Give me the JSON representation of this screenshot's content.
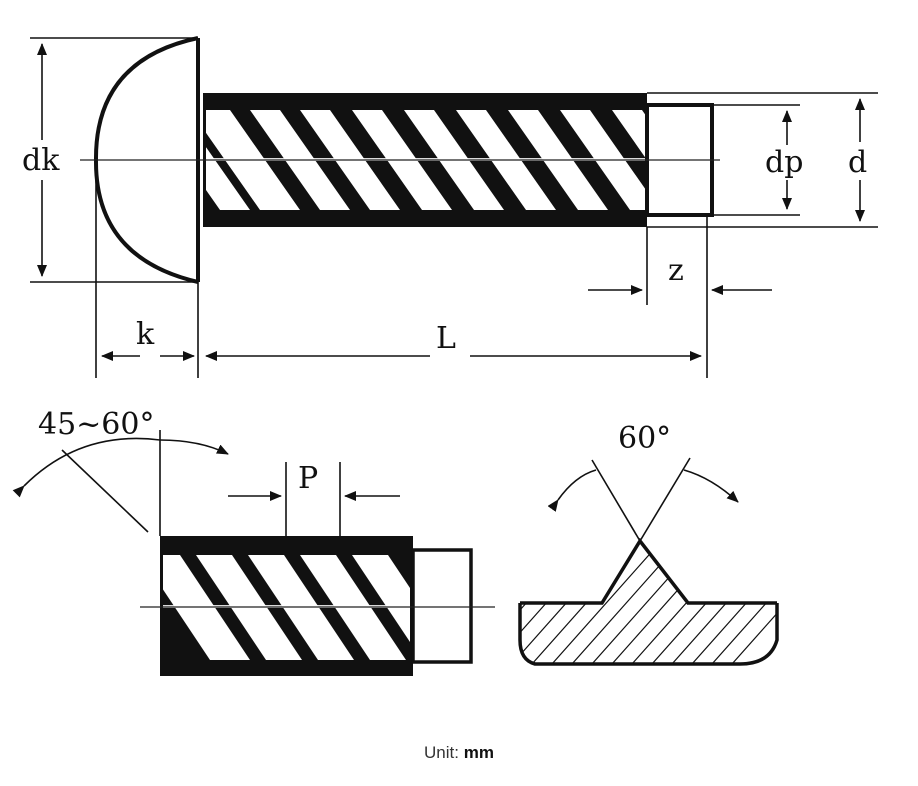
{
  "labels": {
    "dk": "dk",
    "k": "k",
    "L": "L",
    "dp": "dp",
    "d": "d",
    "z": "z",
    "P": "P",
    "angle_tip": "45~60°",
    "angle_thread": "60°"
  },
  "footer": {
    "unit_prefix": "Unit:",
    "unit_value": "mm"
  },
  "colors": {
    "ink": "#111111",
    "background": "#ffffff"
  }
}
